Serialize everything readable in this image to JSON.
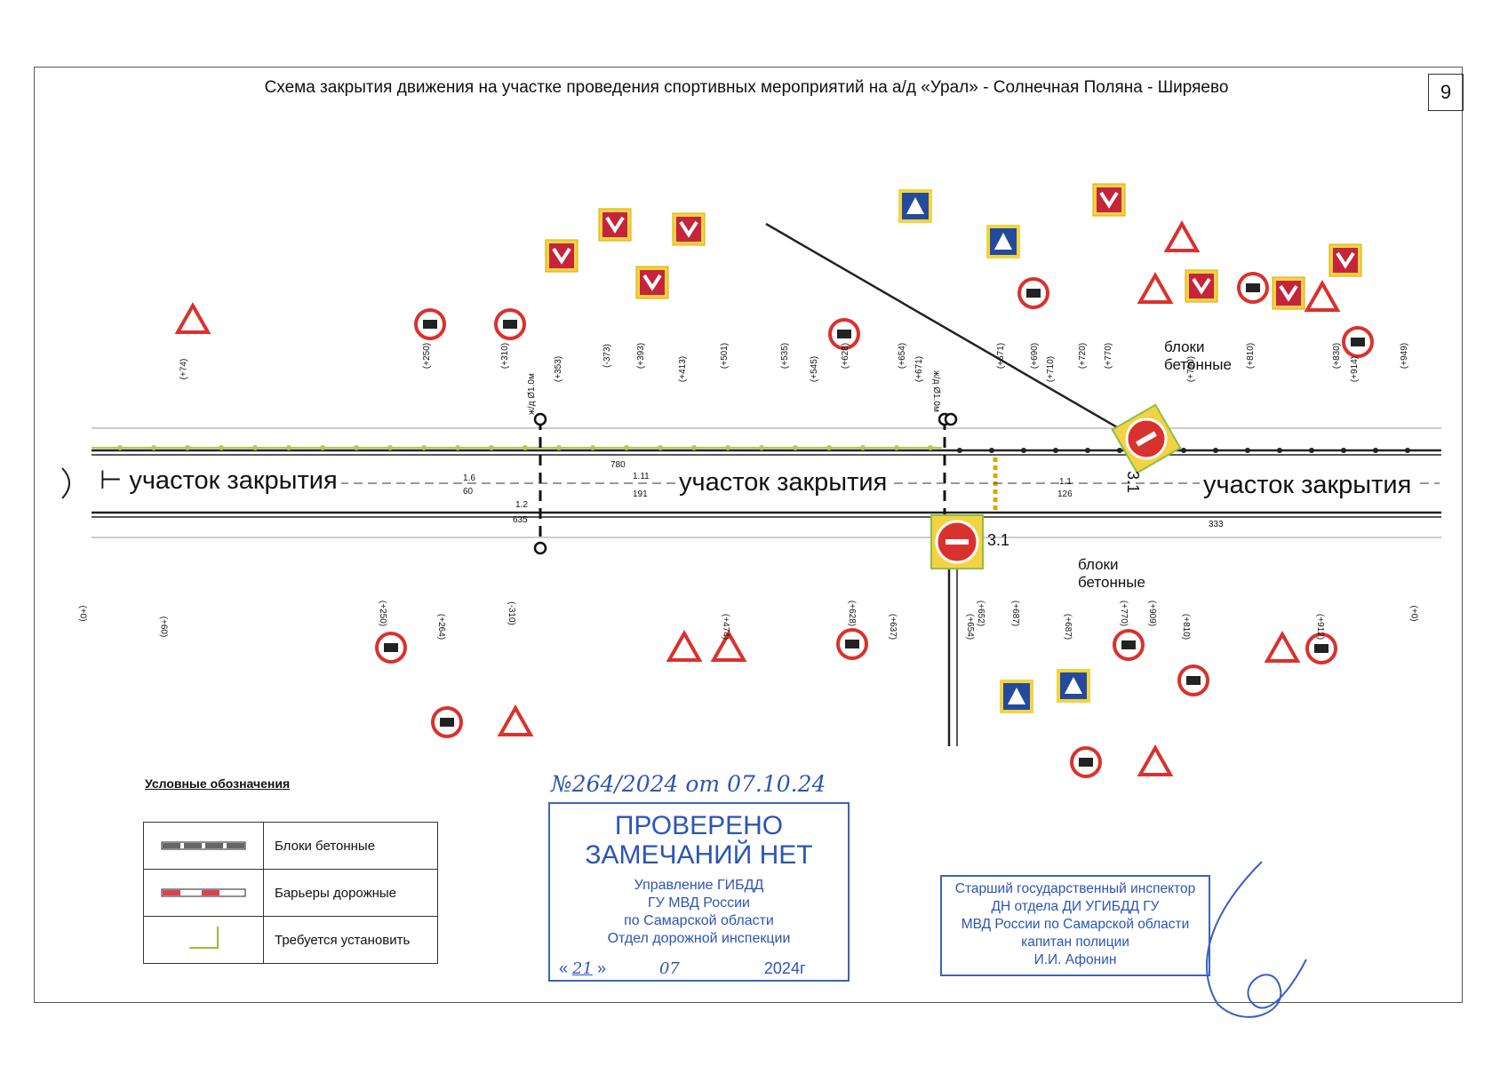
{
  "title": "Схема закрытия движения на участке проведения спортивных мероприятий на а/д  «Урал» - Солнечная Поляна - Ширяево",
  "page_number": "9",
  "zones": [
    "участок закрытия",
    "участок закрытия",
    "участок закрытия"
  ],
  "concrete_blocks_labels": [
    "блоки\nбетонные",
    "блоки\nбетонные"
  ],
  "sign_3_1": "3.1",
  "sign_3_1_top": "3.1",
  "station_labels_top": [
    "(+74)",
    "(+250)",
    "(+310)",
    "(+353)",
    "(-373)",
    "(+393)",
    "(+413)",
    "(+501)",
    "(+535)",
    "(+545)",
    "(+628)",
    "(+654)",
    "(+671)",
    "(+671)",
    "(+690)",
    "(+710)",
    "(+720)",
    "(+770)",
    "(+790)",
    "(+810)",
    "(+830)",
    "(+914)",
    "(+949)"
  ],
  "station_labels_bottom": [
    "(+0)",
    "(+60)",
    "(+250)",
    "(+264)",
    "(-310)",
    "(+474)",
    "(+628)",
    "(+637)",
    "(+652)",
    "(+654)",
    "(+687)",
    "(+687)",
    "(+770)",
    "(+810)",
    "(+909)",
    "(+912)",
    "(+0)"
  ],
  "road_numbers": [
    "780",
    "1.6",
    "60",
    "1.11",
    "191",
    "1.2",
    "635",
    "1.1",
    "126",
    "333"
  ],
  "crossing_labels": [
    "ж/д Ø1.0м",
    "ж/д Ø1.0м"
  ],
  "legend": {
    "heading": "Условные обозначения",
    "items": [
      "Блоки бетонные",
      "Барьеры дорожные",
      "Требуется установить"
    ]
  },
  "stamp": {
    "handwritten": "№264/2024 от 07.10.24",
    "line1": "ПРОВЕРЕНО",
    "line2": "ЗАМЕЧАНИЙ НЕТ",
    "org": [
      "Управление ГИБДД",
      "ГУ МВД России",
      "по Самарской области",
      "Отдел дорожной инспекции"
    ],
    "date_open": "«",
    "day": "21",
    "date_mid": "»",
    "month": "07",
    "year": "2024г"
  },
  "inspector": [
    "Старший государственный инспектор",
    "ДН отдела ДИ УГИБДД ГУ",
    "МВД России по Самарской области",
    "капитан полиции",
    "И.И. Афонин"
  ]
}
